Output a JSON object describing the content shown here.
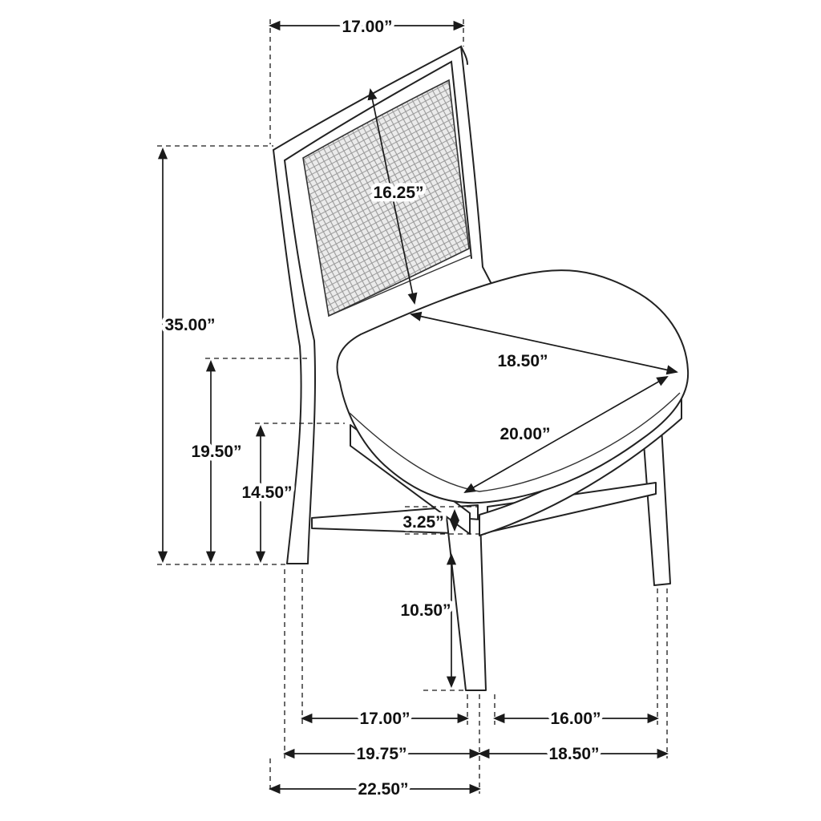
{
  "diagram": {
    "labels": {
      "back_width": "17.00”",
      "back_panel_height": "16.25”",
      "overall_height": "35.00”",
      "seat_height": "19.50”",
      "seat_front_height": "14.50”",
      "seat_depth": "18.50”",
      "seat_width": "20.00”",
      "stretcher_thickness": "3.25”",
      "stretcher_clearance": "10.50”",
      "front_leg_span": "17.00”",
      "side_leg_span": "16.00”",
      "base_width": "19.75”",
      "base_depth": "18.50”",
      "overall_depth": "22.50”"
    },
    "colors": {
      "line": "#1a1a1a",
      "background": "#ffffff",
      "cane_fill": "#ebebeb",
      "cane_grid": "#9a9a9a"
    }
  }
}
